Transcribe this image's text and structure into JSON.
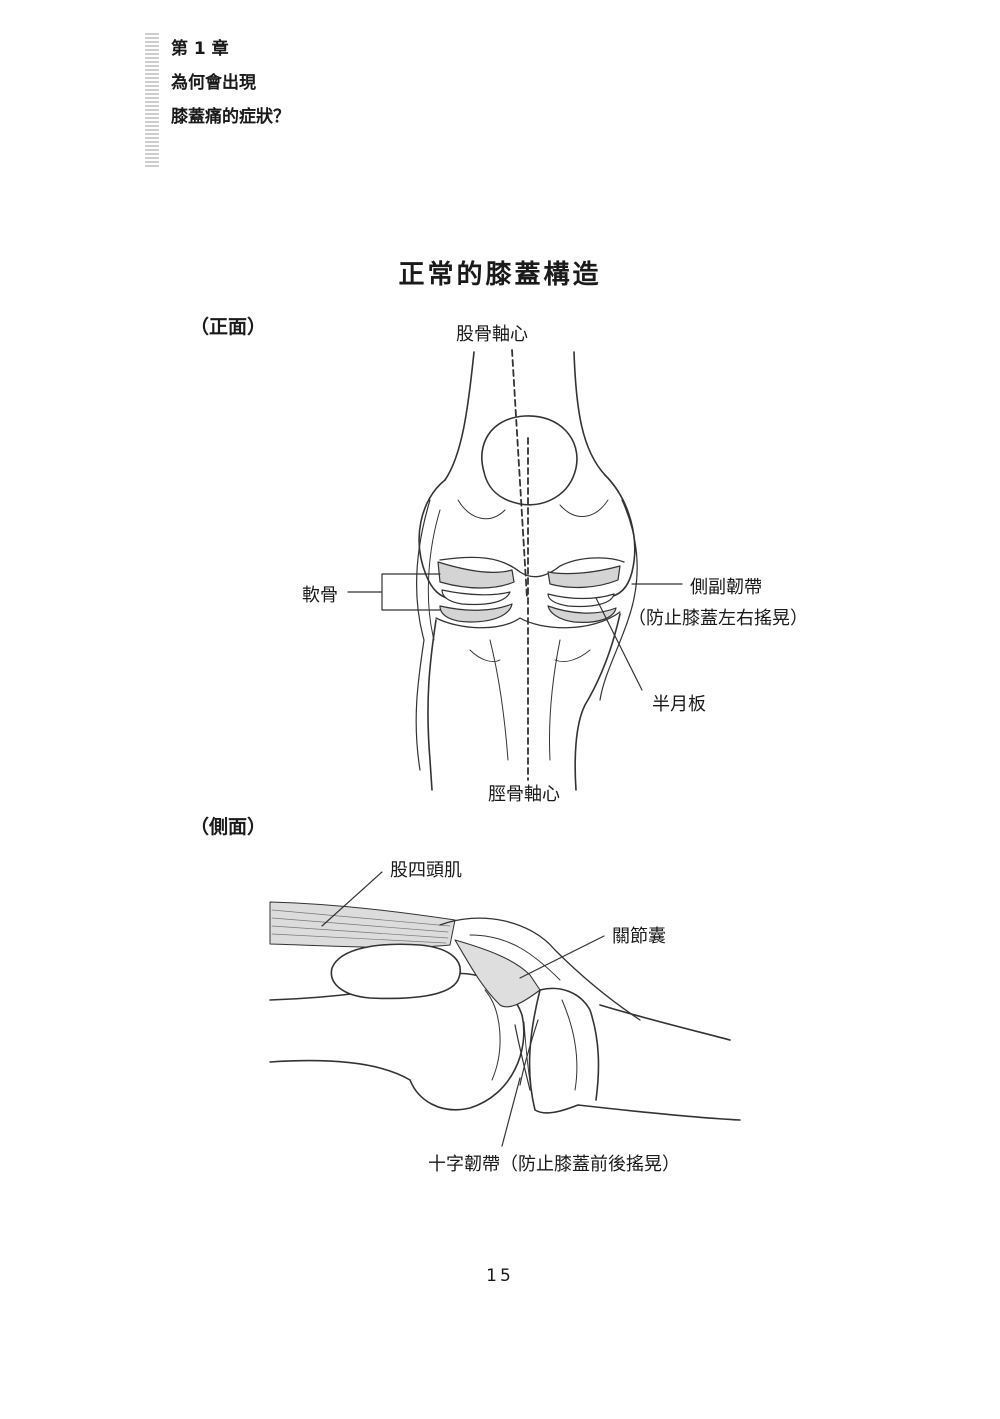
{
  "chapter": {
    "number": "第 1 章",
    "title_line1": "為何會出現",
    "title_line2": "膝蓋痛的症狀？"
  },
  "figure": {
    "title": "正常的膝蓋構造",
    "front": {
      "view_label": "（正面）",
      "labels": {
        "femur_axis": "股骨軸心",
        "cartilage": "軟骨",
        "collateral_ligament": "側副韌帶",
        "collateral_note": "（防止膝蓋左右搖晃）",
        "meniscus": "半月板",
        "tibia_axis": "脛骨軸心"
      }
    },
    "side": {
      "view_label": "（側面）",
      "labels": {
        "quadriceps": "股四頭肌",
        "joint_capsule": "關節囊",
        "cruciate_ligament": "十字韌帶（防止膝蓋前後搖晃）"
      }
    }
  },
  "page_number": "15"
}
